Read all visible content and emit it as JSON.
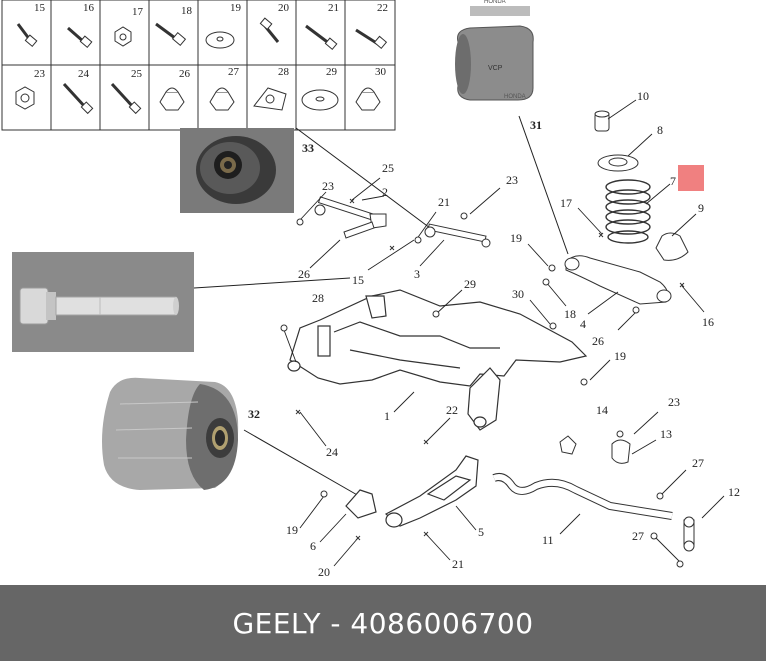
{
  "footer": {
    "caption": "GEELY - 4086006700"
  },
  "hardware_grid": {
    "row1": [
      "15",
      "16",
      "17",
      "18",
      "19",
      "20",
      "21",
      "22"
    ],
    "row2": [
      "23",
      "24",
      "25",
      "26",
      "27",
      "28",
      "29",
      "30"
    ]
  },
  "photos": {
    "honda_bushing": {
      "label": "31",
      "brand_text": "HONDA",
      "code_text": "VCP"
    },
    "bushing_face": {
      "label": "33"
    },
    "bolt": {
      "label": "15"
    },
    "large_bushing": {
      "label": "32"
    }
  },
  "callouts": {
    "c10": "10",
    "c8": "8",
    "c7": "7",
    "c9": "9",
    "c17": "17",
    "c19a": "19",
    "c18": "18",
    "c30": "30",
    "c4": "4",
    "c26a": "26",
    "c16": "16",
    "c19b": "19",
    "c25": "25",
    "c23a": "23",
    "c2": "2",
    "c26b": "26",
    "c21a": "21",
    "c23b": "23",
    "c15": "15",
    "c3": "3",
    "c29": "29",
    "c28": "28",
    "c1": "1",
    "c24": "24",
    "c22": "22",
    "c14": "14",
    "c23c": "23",
    "c13": "13",
    "c27a": "27",
    "c12": "12",
    "c11": "11",
    "c27b": "27",
    "c19c": "19",
    "c6": "6",
    "c20": "20",
    "c5": "5",
    "c21b": "21"
  },
  "colors": {
    "highlight_marker": "#f08080",
    "footer_bg": "#666666",
    "photo_bg": "#8a8a8a"
  }
}
